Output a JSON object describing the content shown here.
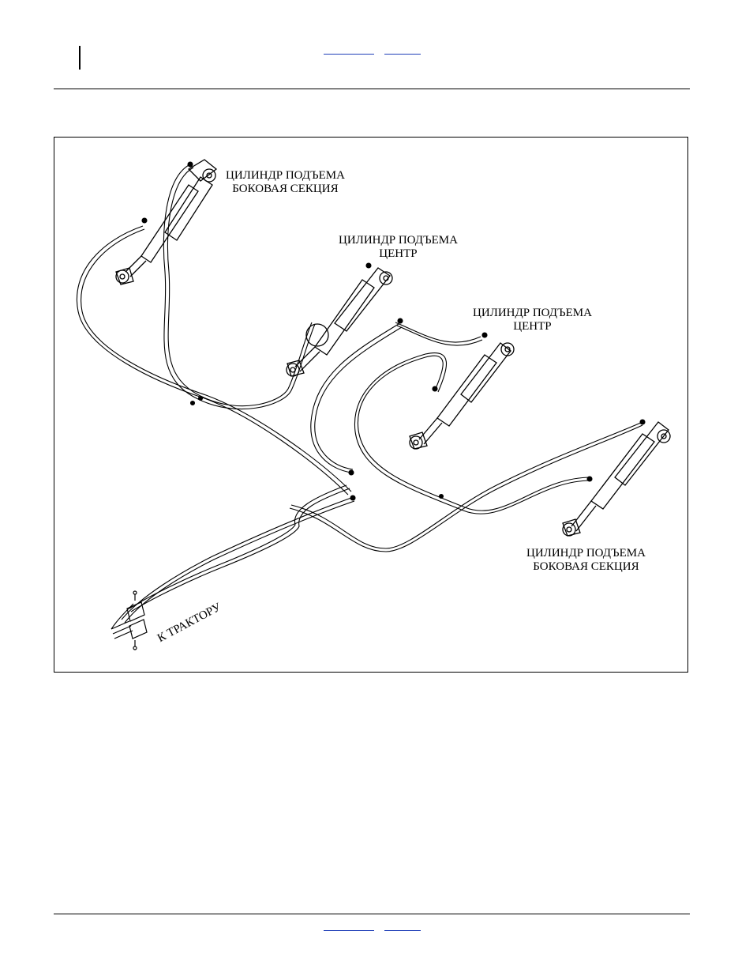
{
  "header": {
    "nav_prev": "",
    "nav_next": ""
  },
  "footer": {
    "nav_prev": "",
    "nav_next": ""
  },
  "diagram": {
    "labels": {
      "cyl_left_top_1": "ЦИЛИНДР ПОДЪЕМА",
      "cyl_left_top_2": "БОКОВАЯ СЕКЦИЯ",
      "cyl_center1_1": "ЦИЛИНДР ПОДЪЕМА",
      "cyl_center1_2": "ЦЕНТР",
      "cyl_center2_1": "ЦИЛИНДР ПОДЪЕМА",
      "cyl_center2_2": "ЦЕНТР",
      "cyl_right_1": "ЦИЛИНДР ПОДЪЕМА",
      "cyl_right_2": "БОКОВАЯ СЕКЦИЯ",
      "to_tractor": "К ТРАКТОРУ"
    },
    "colors": {
      "line": "#000000",
      "link": "#1f3fb8"
    }
  }
}
